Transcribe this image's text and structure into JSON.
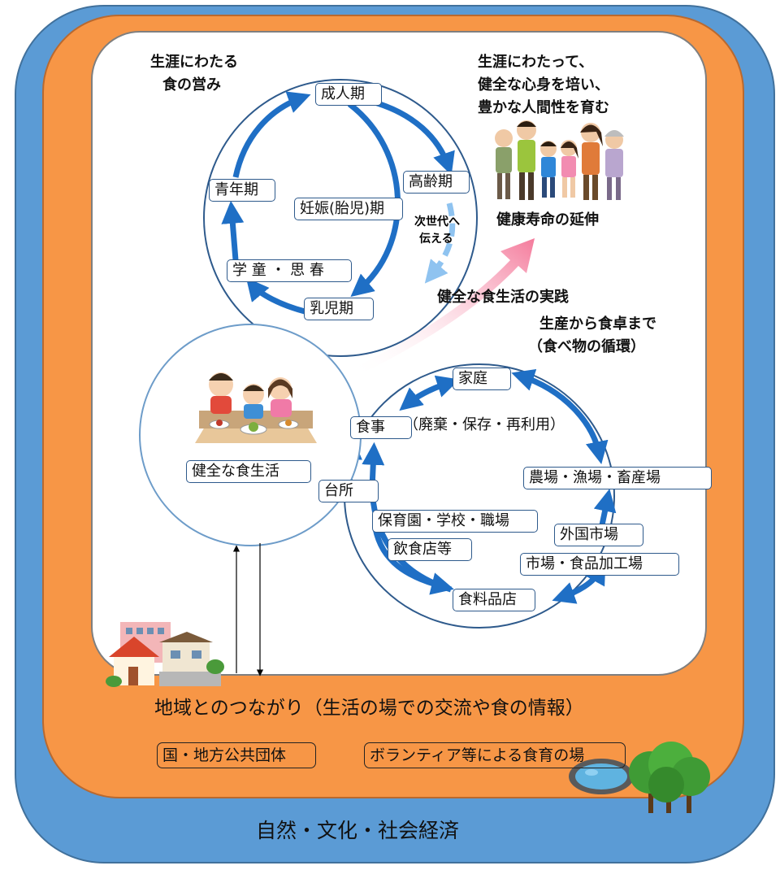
{
  "lifecycle": {
    "title_line1": "生涯にわたる",
    "title_line2": "食の営み",
    "stages": {
      "adult": "成人期",
      "elderly": "高齢期",
      "youth": "青年期",
      "pregnancy": "妊娠(胎児)期",
      "school": "学 童 ・ 思 春",
      "infant": "乳児期"
    },
    "next_gen_line1": "次世代へ",
    "next_gen_line2": "伝える"
  },
  "goal": {
    "line1": "生涯にわたって、",
    "line2": "健全な心身を培い、",
    "line3": "豊かな人間性を育む",
    "healthy_life": "健康寿命の延伸",
    "practice": "健全な食生活の実践"
  },
  "food_cycle": {
    "title_line1": "生産から食卓まで",
    "title_line2": "（食べ物の循環）",
    "home": "家庭",
    "meal": "食事",
    "disposal": "（廃棄・保存・再利用）",
    "farm": "農場・漁場・畜産場",
    "kitchen": "台所",
    "nursery": "保育園・学校・職場",
    "restaurant": "飲食店等",
    "foreign_market": "外国市場",
    "market": "市場・食品加工場",
    "grocery": "食料品店"
  },
  "healthy_diet": "健全な食生活",
  "community": "地域とのつながり（生活の場での交流や食の情報）",
  "government": "国・地方公共団体",
  "volunteer": "ボランティア等による食育の場",
  "nature": "自然・文化・社会経済"
}
